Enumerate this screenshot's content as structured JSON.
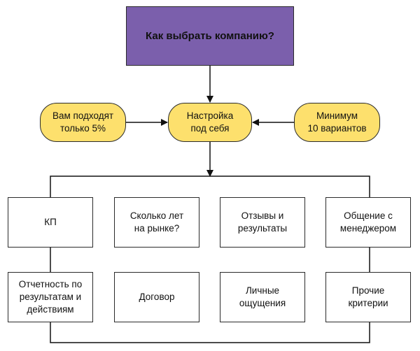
{
  "title": "Как выбрать компанию?",
  "center": "Настройка\nпод себя",
  "left_note": "Вам подходят\nтолько 5%",
  "right_note": "Минимум\n10 вариантов",
  "options": [
    "КП",
    "Сколько лет\nна рынке?",
    "Отзывы и\nрезультаты",
    "Общение с\nменеджером",
    "Отчетность по\nрезультатам и\nдействиям",
    "Договор",
    "Личные\nощущения",
    "Прочие\nкритерии"
  ],
  "colors": {
    "title_fill": "#7b5fac",
    "pill_fill": "#fde06d",
    "line": "#111111"
  }
}
